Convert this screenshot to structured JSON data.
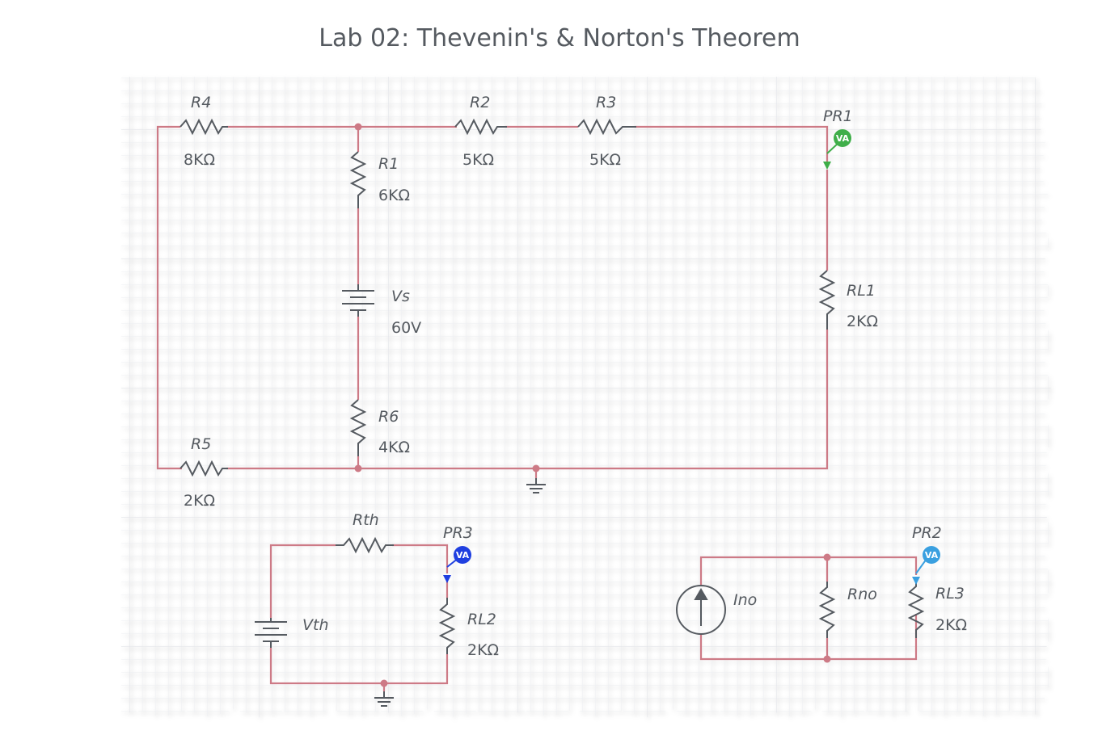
{
  "title": "Lab 02: Thevenin's & Norton's Theorem",
  "colors": {
    "wire": "#cd7a86",
    "component": "#555a60",
    "probe_green": "#3fae49",
    "probe_blue": "#1f3fe0",
    "probe_lightblue": "#3aa0e0",
    "grid": "#e6e8ec"
  },
  "components": {
    "R4": {
      "name": "R4",
      "value": "8KΩ"
    },
    "R1": {
      "name": "R1",
      "value": "6KΩ"
    },
    "R2": {
      "name": "R2",
      "value": "5KΩ"
    },
    "R3": {
      "name": "R3",
      "value": "5KΩ"
    },
    "PR1": {
      "name": "PR1",
      "badge": "VA"
    },
    "RL1": {
      "name": "RL1",
      "value": "2KΩ"
    },
    "Vs": {
      "name": "Vs",
      "value": "60V"
    },
    "R6": {
      "name": "R6",
      "value": "4KΩ"
    },
    "R5": {
      "name": "R5",
      "value": "2KΩ"
    },
    "Rth": {
      "name": "Rth"
    },
    "PR3": {
      "name": "PR3",
      "badge": "VA"
    },
    "Vth": {
      "name": "Vth"
    },
    "RL2": {
      "name": "RL2",
      "value": "2KΩ"
    },
    "Ino": {
      "name": "Ino"
    },
    "Rno": {
      "name": "Rno"
    },
    "PR2": {
      "name": "PR2",
      "badge": "VA"
    },
    "RL3": {
      "name": "RL3",
      "value": "2KΩ"
    }
  }
}
